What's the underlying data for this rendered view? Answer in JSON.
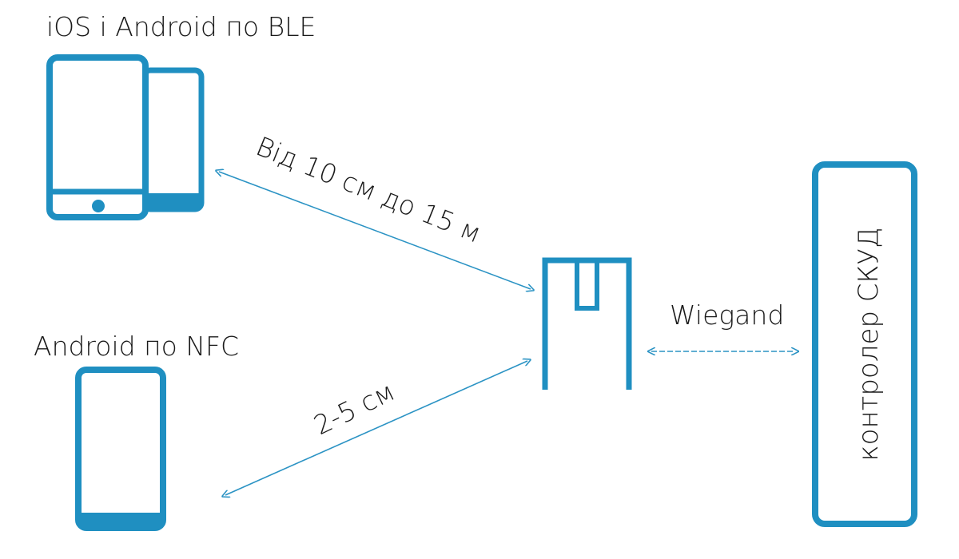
{
  "labels": {
    "ios_android_ble": "iOS і Android по BLE",
    "android_nfc": "Android по NFC",
    "ble_range": "Від 10 см до 15 м",
    "nfc_range": "2-5 см",
    "wiegand": "Wiegand",
    "controller": "контролер СКУД"
  },
  "colors": {
    "device_stroke": "#1f8fc1",
    "arrow": "#2b93c4",
    "text": "#1a1a1a",
    "background": "#ffffff"
  },
  "icons": {
    "ble_phones": "two-smartphones-icon",
    "nfc_phone": "smartphone-icon",
    "reader": "access-reader-icon",
    "controller": "controller-box-icon"
  }
}
